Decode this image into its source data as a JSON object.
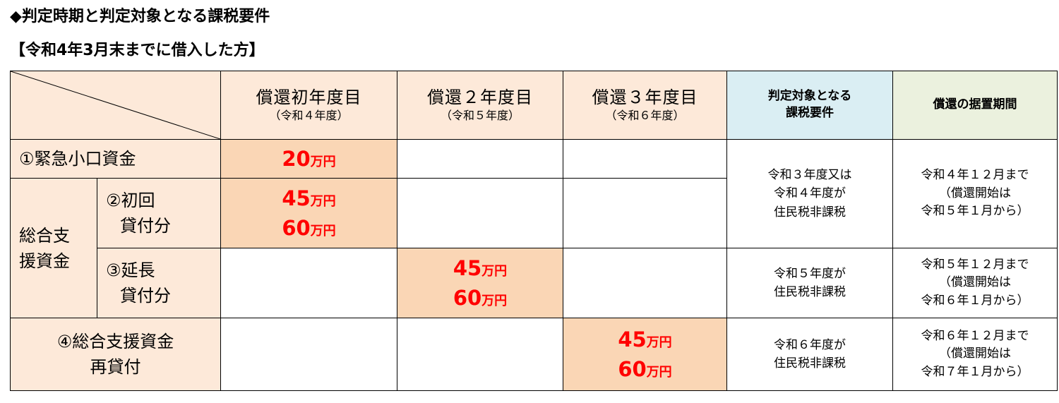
{
  "title": "◆判定時期と判定対象となる課税要件",
  "subtitle": "【令和4年3月末までに借入した方】",
  "headers": {
    "year1": {
      "main": "償還初年度目",
      "sub": "（令和４年度）"
    },
    "year2": {
      "main": "償還２年度目",
      "sub": "（令和５年度）"
    },
    "year3": {
      "main": "償還３年度目",
      "sub": "（令和６年度）"
    },
    "condition": {
      "line1": "判定対象となる",
      "line2": "課税要件"
    },
    "deferral": "償還の据置期間"
  },
  "rows": {
    "emergency": {
      "label": "①緊急小口資金"
    },
    "support_group": {
      "line1": "総合支",
      "line2": "援資金"
    },
    "initial": {
      "line1": "②初回",
      "line2": "貸付分"
    },
    "extension": {
      "line1": "③延長",
      "line2": "貸付分"
    },
    "relending": {
      "line1": "④総合支援資金",
      "line2": "再貸付"
    }
  },
  "amounts": {
    "a1": {
      "num": "20",
      "unit": "万円"
    },
    "a2": {
      "num": "45",
      "unit": "万円"
    },
    "a3": {
      "num": "60",
      "unit": "万円"
    },
    "a4": {
      "num": "45",
      "unit": "万円"
    },
    "a5": {
      "num": "60",
      "unit": "万円"
    },
    "a6": {
      "num": "45",
      "unit": "万円"
    },
    "a7": {
      "num": "60",
      "unit": "万円"
    }
  },
  "conditions": {
    "c1": {
      "line1": "令和３年度又は",
      "line2": "令和４年度が",
      "line3": "住民税非課税"
    },
    "c2": {
      "line1": "令和５年度が",
      "line2": "住民税非課税"
    },
    "c3": {
      "line1": "令和６年度が",
      "line2": "住民税非課税"
    }
  },
  "deferrals": {
    "d1": {
      "line1": "令和４年１２月まで",
      "line2": "（償還開始は",
      "line3": "令和５年１月から）"
    },
    "d2": {
      "line1": "令和５年１２月まで",
      "line2": "（償還開始は",
      "line3": "令和６年１月から）"
    },
    "d3": {
      "line1": "令和６年１２月まで",
      "line2": "（償還開始は",
      "line3": "令和７年１月から）"
    }
  },
  "colors": {
    "header_bg": "#fde9d9",
    "amount_bg": "#fad6b5",
    "amount_text": "#ff0000",
    "condition_header_bg": "#daeef3",
    "deferral_header_bg": "#ebf1de"
  }
}
